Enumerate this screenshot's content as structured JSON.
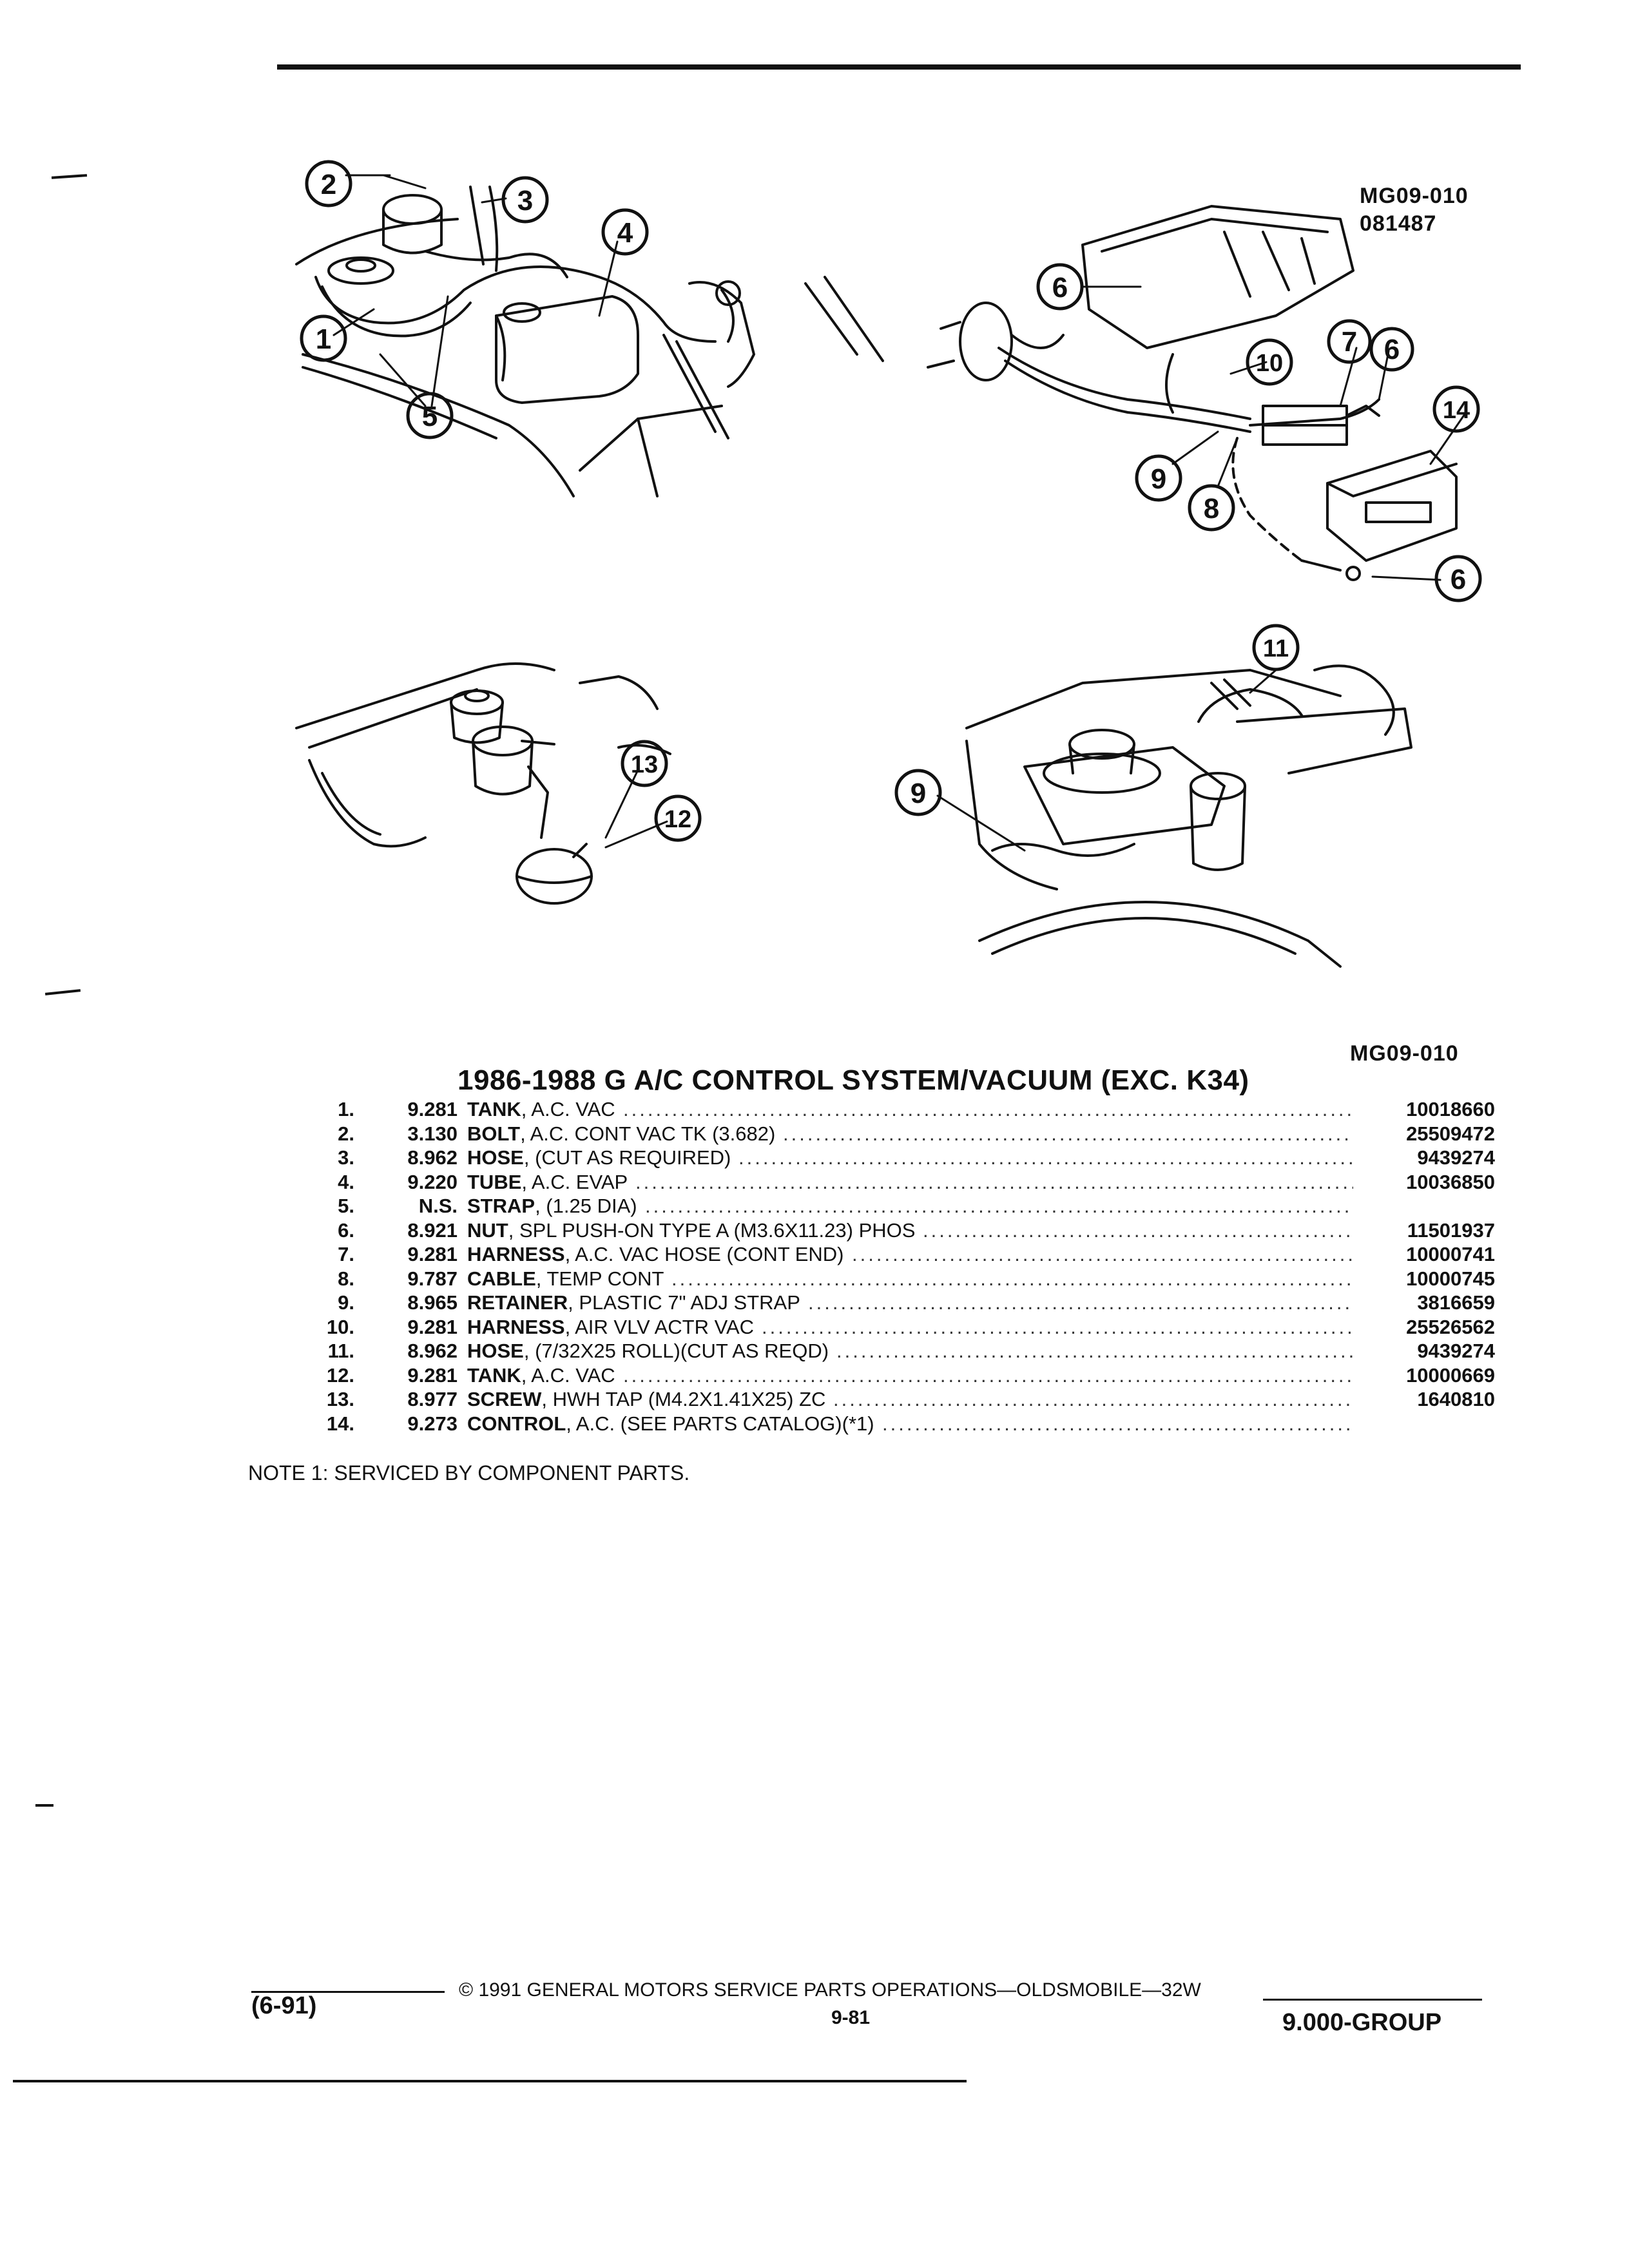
{
  "figure": {
    "code_top": "MG09-010",
    "date_code": "081487",
    "code_bottom": "MG09-010",
    "callouts": {
      "fig1": [
        "2",
        "3",
        "4",
        "1",
        "5"
      ],
      "fig2": [
        "6",
        "10",
        "7",
        "6",
        "14",
        "9",
        "8",
        "6"
      ],
      "fig3": [
        "13",
        "12"
      ],
      "fig4": [
        "11",
        "9"
      ]
    }
  },
  "title": "1986-1988 G A/C CONTROL SYSTEM/VACUUM (EXC. K34)",
  "parts": [
    {
      "num": "1.",
      "group": "9.281",
      "name": "TANK",
      "desc": ", A.C. VAC",
      "part": "10018660"
    },
    {
      "num": "2.",
      "group": "3.130",
      "name": "BOLT",
      "desc": ", A.C. CONT VAC TK (3.682)",
      "part": "25509472"
    },
    {
      "num": "3.",
      "group": "8.962",
      "name": "HOSE",
      "desc": ", (CUT AS REQUIRED)",
      "part": "9439274"
    },
    {
      "num": "4.",
      "group": "9.220",
      "name": "TUBE",
      "desc": ", A.C. EVAP",
      "part": "10036850"
    },
    {
      "num": "5.",
      "group": "N.S.",
      "name": "STRAP",
      "desc": ", (1.25 DIA)",
      "part": ""
    },
    {
      "num": "6.",
      "group": "8.921",
      "name": "NUT",
      "desc": ", SPL PUSH-ON TYPE A (M3.6X11.23) PHOS",
      "part": "11501937"
    },
    {
      "num": "7.",
      "group": "9.281",
      "name": "HARNESS",
      "desc": ", A.C. VAC HOSE (CONT END)",
      "part": "10000741"
    },
    {
      "num": "8.",
      "group": "9.787",
      "name": "CABLE",
      "desc": ", TEMP CONT",
      "part": "10000745"
    },
    {
      "num": "9.",
      "group": "8.965",
      "name": "RETAINER",
      "desc": ", PLASTIC 7\" ADJ STRAP",
      "part": "3816659"
    },
    {
      "num": "10.",
      "group": "9.281",
      "name": "HARNESS",
      "desc": ", AIR VLV ACTR VAC",
      "part": "25526562"
    },
    {
      "num": "11.",
      "group": "8.962",
      "name": "HOSE",
      "desc": ", (7/32X25 ROLL)(CUT AS REQD)",
      "part": "9439274"
    },
    {
      "num": "12.",
      "group": "9.281",
      "name": "TANK",
      "desc": ", A.C. VAC",
      "part": "10000669"
    },
    {
      "num": "13.",
      "group": "8.977",
      "name": "SCREW",
      "desc": ", HWH TAP (M4.2X1.41X25) ZC",
      "part": "1640810"
    },
    {
      "num": "14.",
      "group": "9.273",
      "name": "CONTROL",
      "desc": ", A.C. (SEE PARTS CATALOG)(*1)",
      "part": ""
    }
  ],
  "dots": "........................................................................................................................",
  "note": "NOTE  1:  SERVICED BY COMPONENT PARTS.",
  "footer": {
    "date": "(6-91)",
    "copyright": "©  1991  GENERAL MOTORS SERVICE PARTS OPERATIONS—OLDSMOBILE—32W",
    "page": "9-81",
    "group": "9.000-GROUP"
  }
}
